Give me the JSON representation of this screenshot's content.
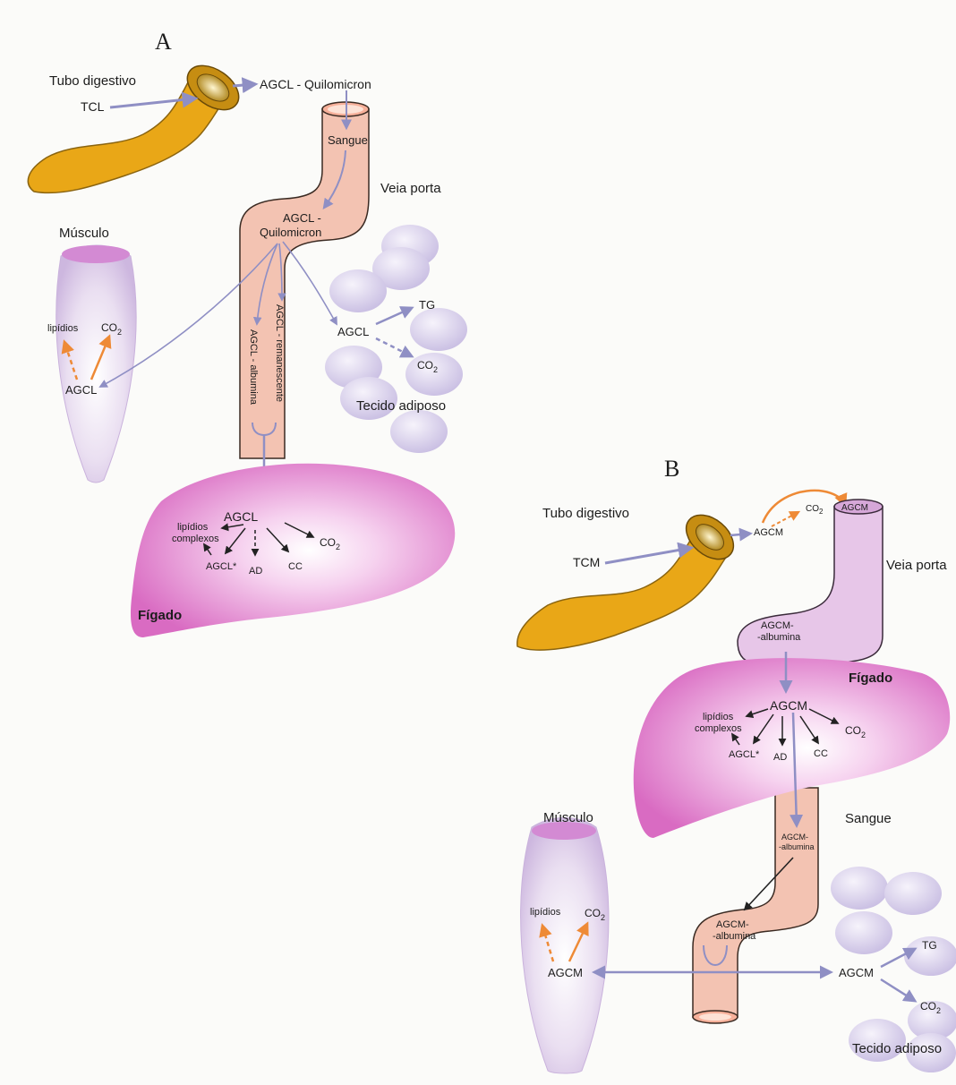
{
  "colors": {
    "gut": "#e9a717",
    "gut_dark": "#6a4a08",
    "vein": "#f3c3b2",
    "vein_b_upper": "#e7c6e8",
    "liver": "#e47fce",
    "muscle": "#dccbe8",
    "adipose": "#cfc6e6",
    "arrow_main": "#8f8fc4",
    "arrow_orange": "#ee8a36",
    "arrow_black": "#222222"
  },
  "panel_a": {
    "label": "A",
    "tubo_digestivo": "Tubo  digestivo",
    "tcl": "TCL",
    "agcl_quilomicron": "AGCL - Quilomicron",
    "sangue": "Sangue",
    "veia_porta": "Veia porta",
    "agcl_dash": "AGCL -",
    "quilomicron": "Quilomicron",
    "musculo": "Músculo",
    "lipidios": "lipídios",
    "co2": "CO",
    "sub2": "2",
    "agcl": "AGCL",
    "agcl_albumina": "AGCL - albumina",
    "agcl_remanescente": "AGCL - remanescente",
    "tg": "TG",
    "tecido_adiposo": "Tecido  adiposo",
    "lipidios_complexos_1": "lipídios",
    "lipidios_complexos_2": "complexos",
    "agcl_star": "AGCL*",
    "ad": "AD",
    "cc": "CC",
    "figado": "Fígado"
  },
  "panel_b": {
    "label": "B",
    "tubo_digestivo": "Tubo  digestivo",
    "tcm": "TCM",
    "agcm": "AGCM",
    "co2": "CO",
    "sub2": "2",
    "veia_porta": "Veia porta",
    "agcm_dash": "AGCM-",
    "albumina_dash": "-albumina",
    "figado": "Fígado",
    "lipidios_complexos_1": "lipídios",
    "lipidios_complexos_2": "complexos",
    "agcl_star": "AGCL*",
    "ad": "AD",
    "cc": "CC",
    "sangue": "Sangue",
    "musculo": "Músculo",
    "lipidios": "lipídios",
    "tg": "TG",
    "tecido_adiposo": "Tecido  adiposo"
  }
}
